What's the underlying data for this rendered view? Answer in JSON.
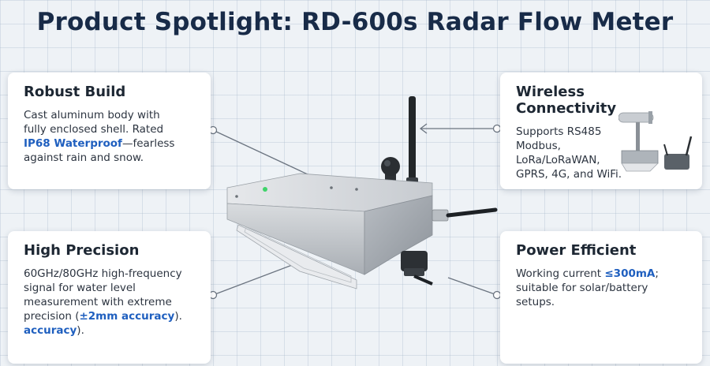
{
  "title": "Product Spotlight: RD-600s Radar Flow Meter",
  "features": {
    "robust": {
      "heading": "Robust Build",
      "line1": "Cast aluminum body with",
      "line2": "fully enclosed shell. Rated",
      "highlight": "IP68 Waterproof",
      "after": "—fearless",
      "line4": "against rain and snow."
    },
    "precision": {
      "heading": "High Precision",
      "line1": "60GHz/80GHz high-frequency",
      "line2": "signal for water level",
      "line3": "measurement with extreme",
      "line4_pre": "precision (",
      "highlight": "±2mm accuracy",
      "line4_post": ").",
      "line5_highlight": "accuracy",
      "line5_post": ")."
    },
    "wireless": {
      "heading": "Wireless Connectivity",
      "line1": "Supports RS485",
      "line2": "Modbus,",
      "line3": "LoRa/LoRaWAN,",
      "line4": "GPRS, 4G, and WiFi."
    },
    "power": {
      "heading": "Power Efficient",
      "pre": "Working current ",
      "highlight": "≤300mA",
      "post": ";",
      "line2": "suitable for solar/battery",
      "line3": "setups."
    }
  },
  "colors": {
    "title": "#182b48",
    "highlight": "#1f5fbf",
    "background": "#eef2f6"
  }
}
